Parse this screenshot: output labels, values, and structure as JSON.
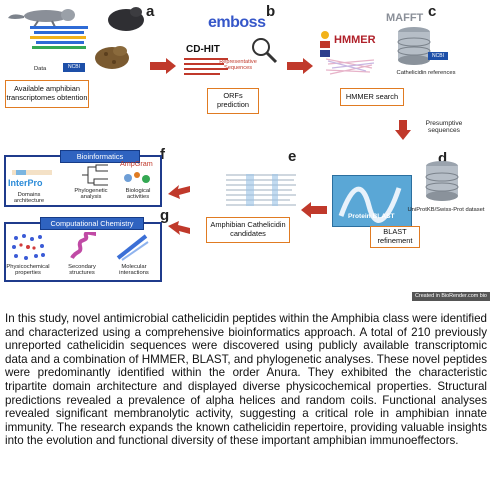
{
  "panels": {
    "a": "a",
    "b": "b",
    "c": "c",
    "d": "d",
    "e": "e",
    "f": "f",
    "g": "g"
  },
  "panel_a": {
    "data_label": "Data",
    "ncbi_label": "NCBI",
    "box_text": "Available amphibian transcriptomes obtention"
  },
  "panel_b": {
    "logo": "emboss",
    "cdhit": "CD-HIT",
    "rep_seq": "Representative Sequences",
    "box_text": "ORFs prediction"
  },
  "panel_c": {
    "hmmer": "HMMER",
    "mafft": "MAFFT",
    "ref_label": "Cathelicidin references",
    "ncbi_label": "NCBI",
    "box_text": "HMMER search",
    "presumptive": "Presumptive sequences"
  },
  "panel_d": {
    "protein_blast": "Protein BLAST",
    "dataset": "UniProtKB/Swiss-Prot dataset",
    "box_text": "BLAST refinement"
  },
  "panel_e": {
    "box_text": "Amphibian Cathelicidin candidates"
  },
  "panel_f": {
    "title": "Bioinformatics",
    "interpro": "InterPro",
    "ampgram": "AmpGram",
    "domains": "Domains architecture",
    "phylo": "Phylogenetic analysis",
    "bio": "Biological activities"
  },
  "panel_g": {
    "title": "Computational Chemistry",
    "physico": "Physicochemical properties",
    "secondary": "Secondary structures",
    "molecular": "Molecular interactions"
  },
  "credit": "Created in BioRender.com bio",
  "abstract": "In this study, novel antimicrobial cathelicidin peptides within the Amphibia class were identified and characterized using a comprehensive bioinformatics approach. A total of 210 previously unreported cathelicidin sequences were discovered using publicly available transcriptomic data and a combination of HMMER, BLAST, and phylogenetic analyses. These novel peptides were predominantly identified within the order Anura. They exhibited the characteristic tripartite domain architecture and displayed diverse physicochemical properties. Structural predictions revealed a prevalence of alpha helices and random coils. Functional analyses revealed significant membranolytic activity, suggesting a critical role in amphibian innate immunity. The research expands the known cathelicidin repertoire, providing valuable insights into the evolution and functional diversity of these important amphibian immunoeffectors.",
  "colors": {
    "arrow_red": "#c0392b",
    "orange_border": "#e07b22",
    "blue_header": "#2f63c0",
    "navy_border": "#1f3b8c"
  }
}
